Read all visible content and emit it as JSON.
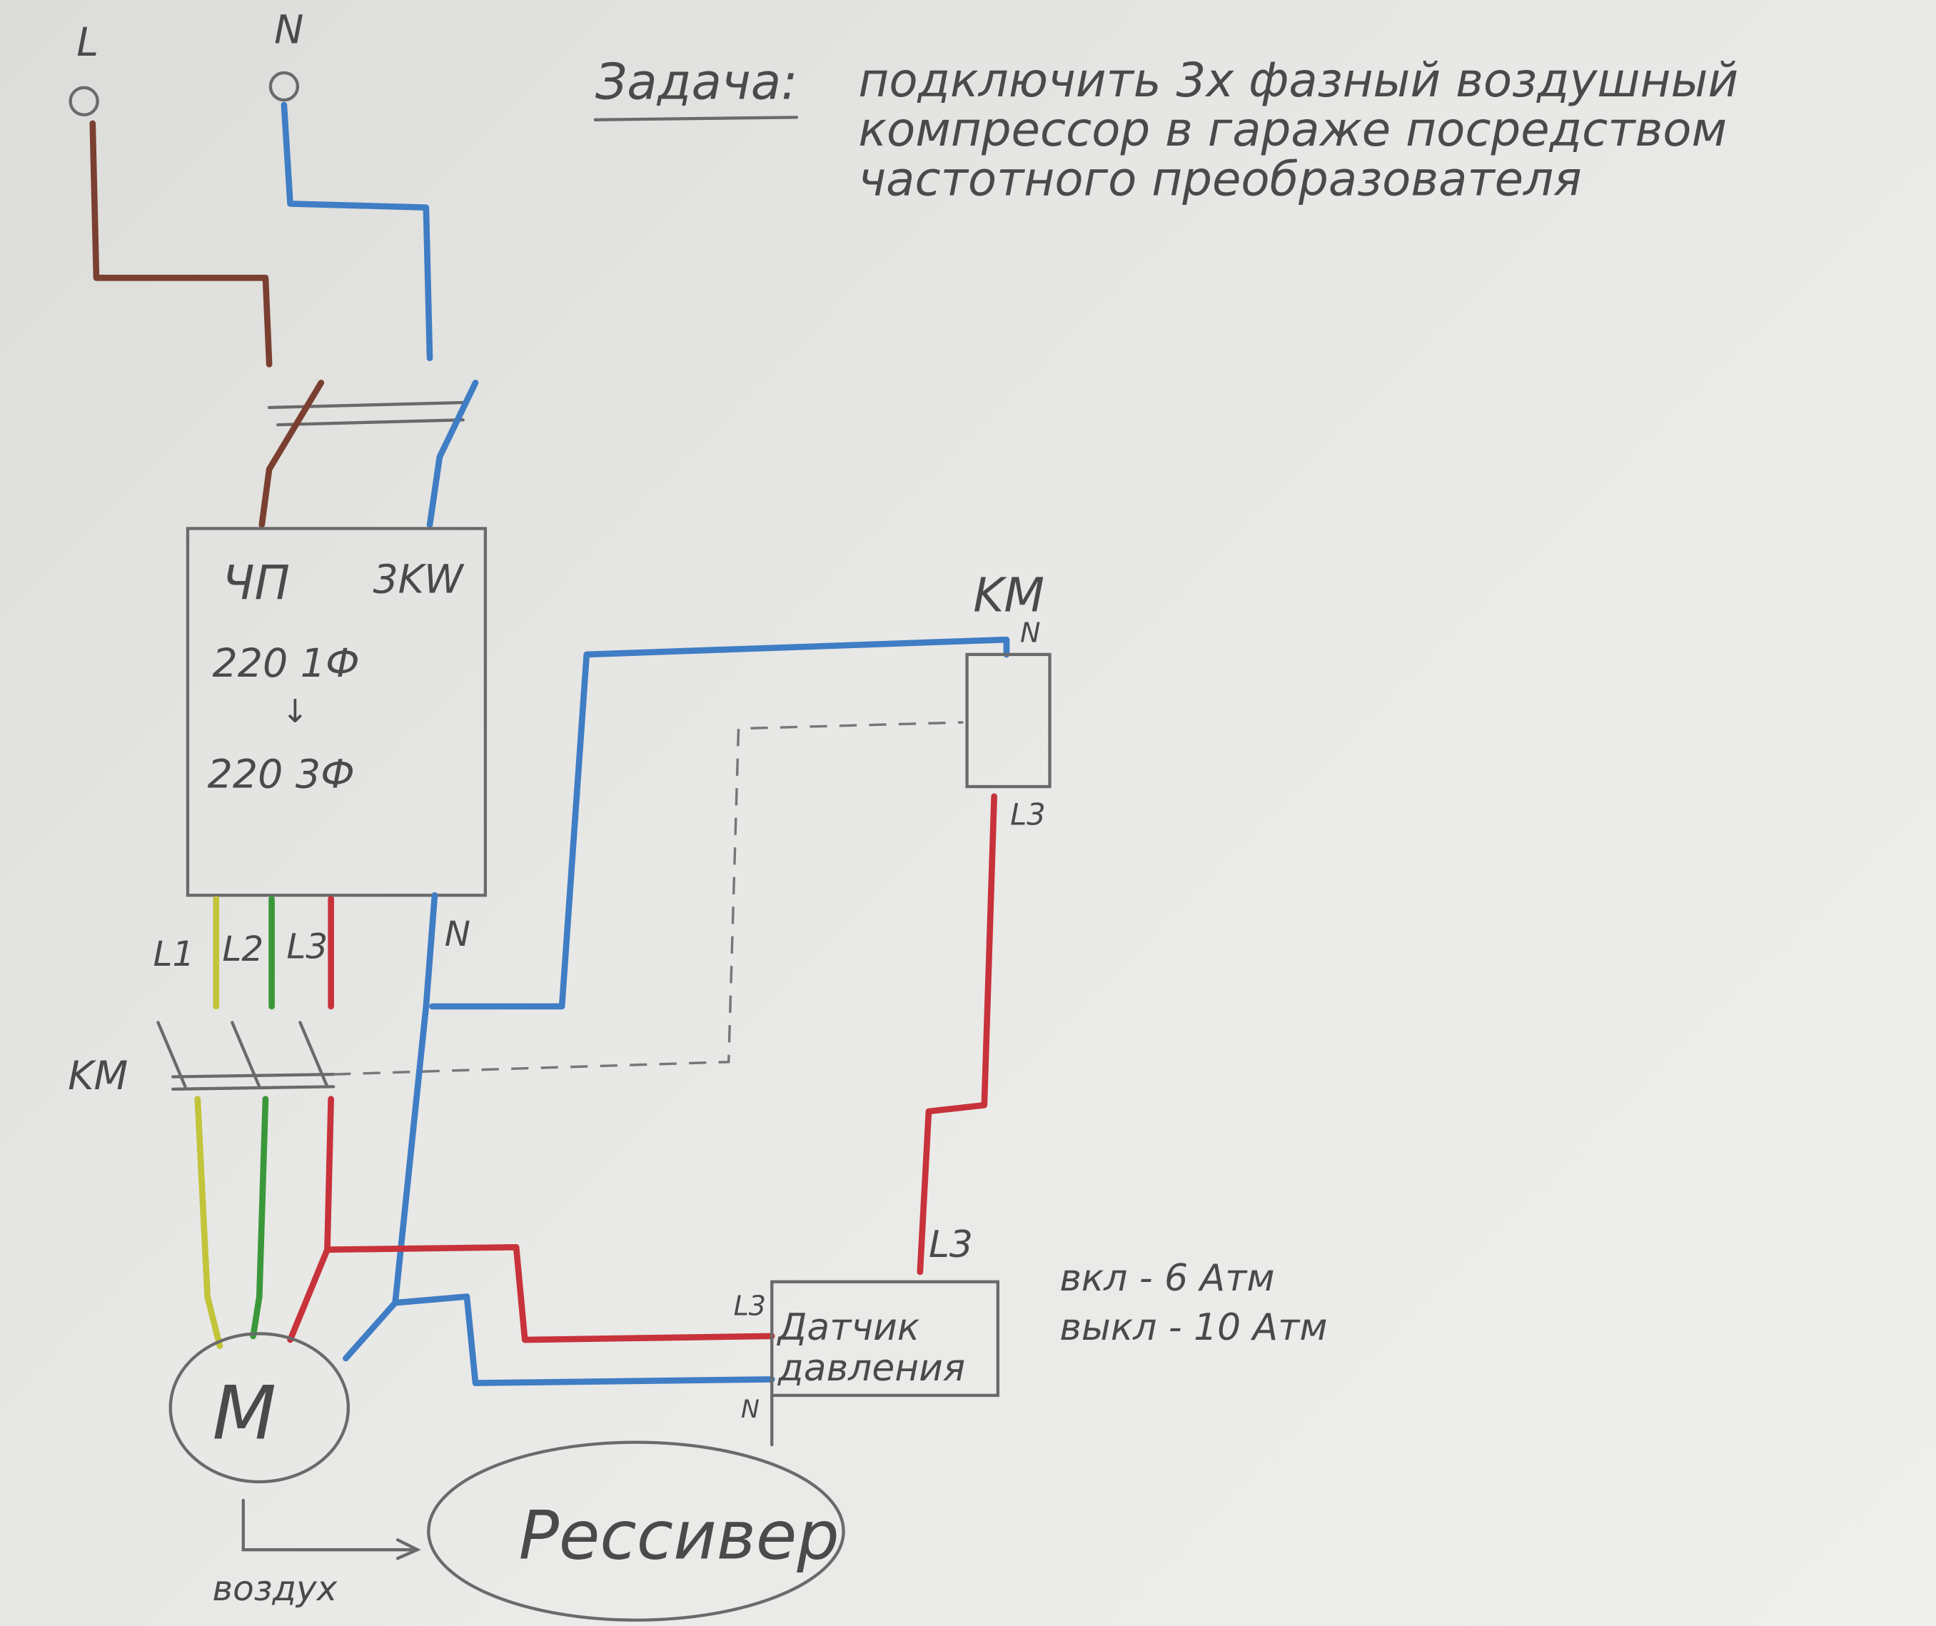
{
  "task": {
    "label": "Задача:",
    "line1": "подключить  3х фазный воздушный",
    "line2": "компрессор в гараже посредством",
    "line3": "частотного преобразователя"
  },
  "supply": {
    "l_label": "L",
    "n_label": "N"
  },
  "vfd": {
    "name": "ЧП",
    "power": "3KW",
    "input": "220 1Ф",
    "arrow": "↓",
    "output": "220 3Ф",
    "outputs": [
      "L1",
      "L2",
      "L3",
      "N"
    ]
  },
  "contactor": {
    "label_left": "KM",
    "label_coil": "KM",
    "coil_n": "N",
    "coil_l3": "L3"
  },
  "sensor": {
    "line1": "Датчик",
    "line2": "давления",
    "l3_top": "L3",
    "l3_left": "L3",
    "n_bottom": "N",
    "on": "вкл - 6 Атм",
    "off": "выкл - 10 Атм"
  },
  "motor": {
    "label": "M"
  },
  "receiver": {
    "label": "Рессивер"
  },
  "air": {
    "label": "воздух"
  },
  "colors": {
    "brown": "#7a3f30",
    "blue": "#3f7dc4",
    "red": "#c8323a",
    "yellow": "#c2c43a",
    "green": "#3a983a"
  }
}
